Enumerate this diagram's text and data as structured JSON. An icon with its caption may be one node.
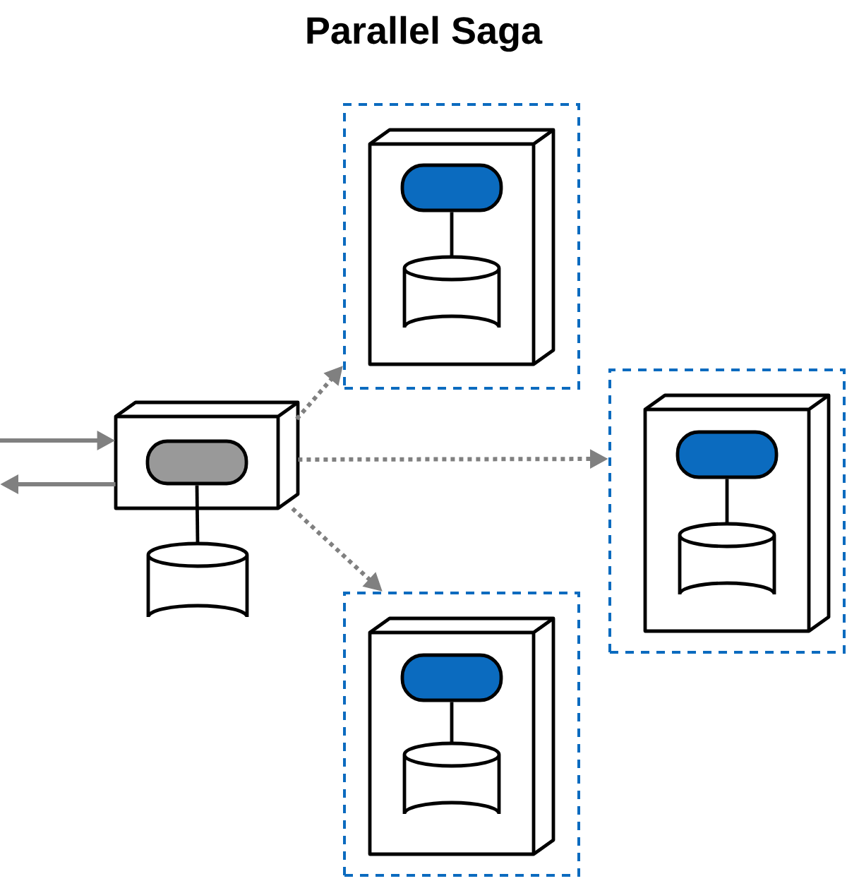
{
  "diagram": {
    "title": "Parallel Saga",
    "nodes": [
      {
        "text": [],
        "shape": "box"
      },
      {
        "text": [],
        "shape": "capsule",
        "in": 0
      },
      {
        "text": [],
        "shape": "cylinder"
      },
      {
        "text": [],
        "shape": "frame"
      },
      {
        "text": [],
        "shape": "box",
        "in": 3
      },
      {
        "text": [],
        "shape": "capsule",
        "in": 4
      },
      {
        "text": [],
        "shape": "cylinder",
        "in": 4
      },
      {
        "text": [],
        "shape": "frame"
      },
      {
        "text": [],
        "shape": "box",
        "in": 7
      },
      {
        "text": [],
        "shape": "capsule",
        "in": 8
      },
      {
        "text": [],
        "shape": "cylinder",
        "in": 8
      },
      {
        "text": [],
        "shape": "frame"
      },
      {
        "text": [],
        "shape": "box",
        "in": 11
      },
      {
        "text": [],
        "shape": "capsule",
        "in": 12
      },
      {
        "text": [],
        "shape": "cylinder",
        "in": 12
      }
    ],
    "edges": [
      {
        "from": null,
        "to": 0,
        "arrow": "to",
        "color": "#808080"
      },
      {
        "from": 0,
        "to": null,
        "arrow": "to",
        "color": "#808080"
      },
      {
        "from": 1,
        "to": 2,
        "arrow": "none",
        "color": "#000000"
      },
      {
        "from": 0,
        "to": 3,
        "arrow": "to",
        "style": "dashed",
        "color": "#808080"
      },
      {
        "from": 0,
        "to": 7,
        "arrow": "to",
        "style": "dashed",
        "color": "#808080"
      },
      {
        "from": 0,
        "to": 11,
        "arrow": "to",
        "style": "dashed",
        "color": "#808080"
      },
      {
        "from": 5,
        "to": 6,
        "arrow": "none",
        "color": "#000000"
      },
      {
        "from": 9,
        "to": 10,
        "arrow": "none",
        "color": "#000000"
      },
      {
        "from": 13,
        "to": 14,
        "arrow": "none",
        "color": "#000000"
      }
    ]
  }
}
